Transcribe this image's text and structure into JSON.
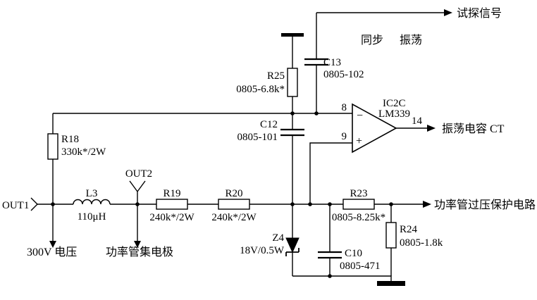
{
  "title": "comparator-protection-circuit-schematic",
  "colors": {
    "line": "#000000",
    "background": "#ffffff"
  },
  "labels": {
    "probe_signal": "试探信号",
    "sync": "同步",
    "osc": "振荡",
    "osc_cap_ct": "振荡电容 CT",
    "overvoltage_protect": "功率管过压保护电路",
    "v300": "300V 电压",
    "collector": "功率管集电极",
    "out1": "OUT1",
    "out2": "OUT2"
  },
  "components": {
    "r18": {
      "name": "R18",
      "value": "330k*/2W"
    },
    "r19": {
      "name": "R19",
      "value": "240k*/2W"
    },
    "r20": {
      "name": "R20",
      "value": "240k*/2W"
    },
    "r23": {
      "name": "R23",
      "value": "0805-8.25k*"
    },
    "r24": {
      "name": "R24",
      "value": "0805-1.8k"
    },
    "r25": {
      "name": "R25",
      "value": "0805-6.8k*"
    },
    "c10": {
      "name": "C10",
      "value": "0805-471"
    },
    "c12": {
      "name": "C12",
      "value": "0805-101"
    },
    "c13": {
      "name": "C13",
      "value": "0805-102"
    },
    "z4": {
      "name": "Z4",
      "value": "18V/0.5W"
    },
    "l3": {
      "name": "L3",
      "value": "110μH"
    },
    "ic": {
      "name": "IC2C",
      "part": "LM339",
      "pin_inverting": "8",
      "pin_noninverting": "9",
      "pin_output": "14",
      "minus": "−",
      "plus": "+"
    }
  }
}
